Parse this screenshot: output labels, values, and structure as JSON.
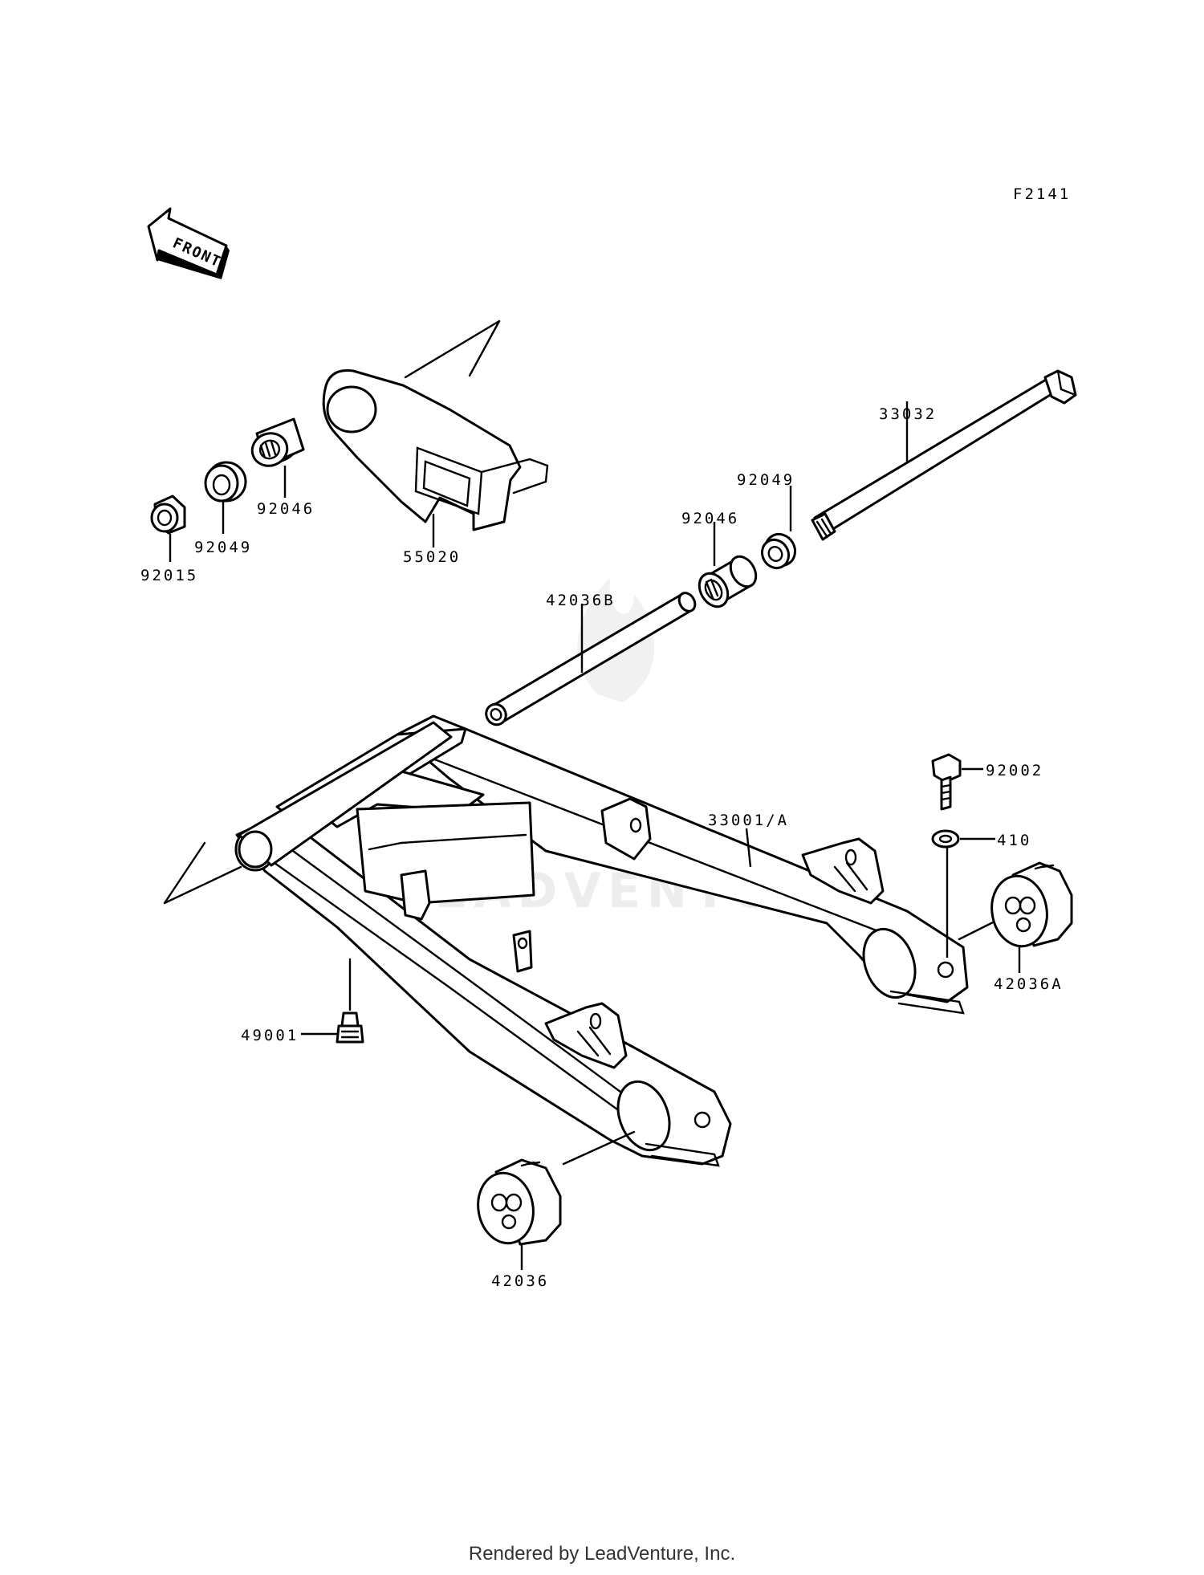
{
  "figure_code": "F2141",
  "front_indicator": "FRONT",
  "watermark": "LEADVENTURE",
  "parts": {
    "p33032": "33032",
    "p92049_r": "92049",
    "p92046_r": "92046",
    "p42036B": "42036B",
    "p92046_l": "92046",
    "p92049_l": "92049",
    "p92015": "92015",
    "p55020": "55020",
    "p92002": "92002",
    "p410": "410",
    "p33001A": "33001/A",
    "p42036A": "42036A",
    "p49001": "49001",
    "p42036": "42036"
  },
  "footer": "Rendered by LeadVenture, Inc."
}
